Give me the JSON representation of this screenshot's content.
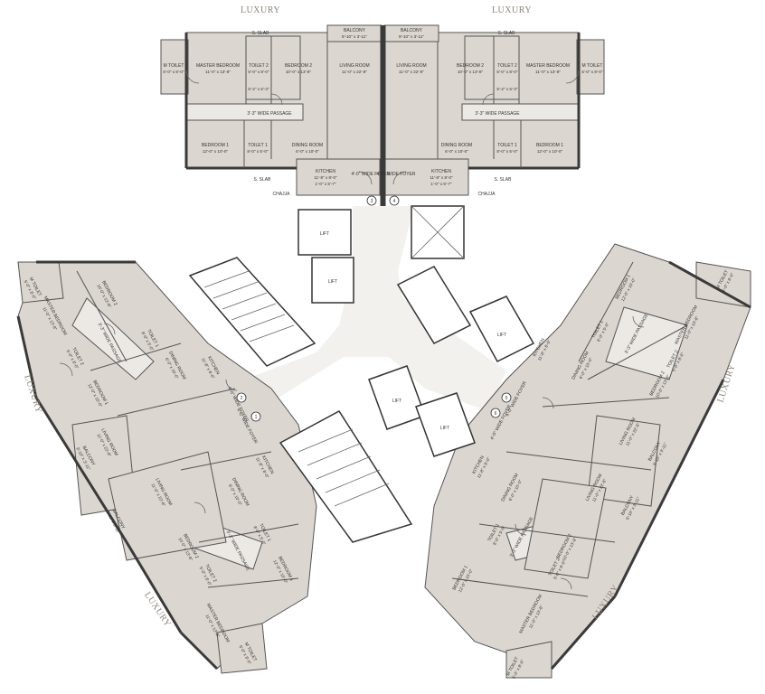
{
  "wing_label": "LUXURY",
  "rooms": {
    "master_bedroom": "MASTER BEDROOM",
    "master_bedroom_dim": "11'-0\" x 13'-8\"",
    "m_toilet": "M TOILET",
    "m_toilet_dim": "5'-0\" x 8'-0\"",
    "toilet2": "TOILET 2",
    "toilet2_dim": "5'-0\" x 8'-0\"",
    "toilet2_dim_b": "5'-2\" x 5'-3\"",
    "bedroom2": "BEDROOM 2",
    "bedroom2_dim": "10'-0\" x 13'-8\"",
    "living": "LIVING ROOM",
    "living_dim": "11'-0\" x 22'-8\"",
    "balcony": "BALCONY",
    "balcony_dim": "9'-10\" x 3'-11\"",
    "passage": "3'-3\" WIDE PASSAGE",
    "bedroom1": "BEDROOM 1",
    "bedroom1_dim": "12'-0\" x 10'-0\"",
    "toilet1": "TOILET 1",
    "toilet1_dim": "8'-0\" x 5'-0\"",
    "dining": "DINING ROOM",
    "dining_dim": "6'-0\" x 10'-0\"",
    "kitchen": "KITCHEN",
    "kitchen_dim": "11'-8\" x 8'-0\"",
    "kitchen_dim_b": "1'-0\" x 5'-7\"",
    "foyer": "4'-0\" WIDE FOYER",
    "sslab": "S. SLAB",
    "chajja": "CHAJJA",
    "lift": "LIFT"
  },
  "flat_numbers": [
    "1",
    "2",
    "3",
    "4",
    "5",
    "6"
  ]
}
